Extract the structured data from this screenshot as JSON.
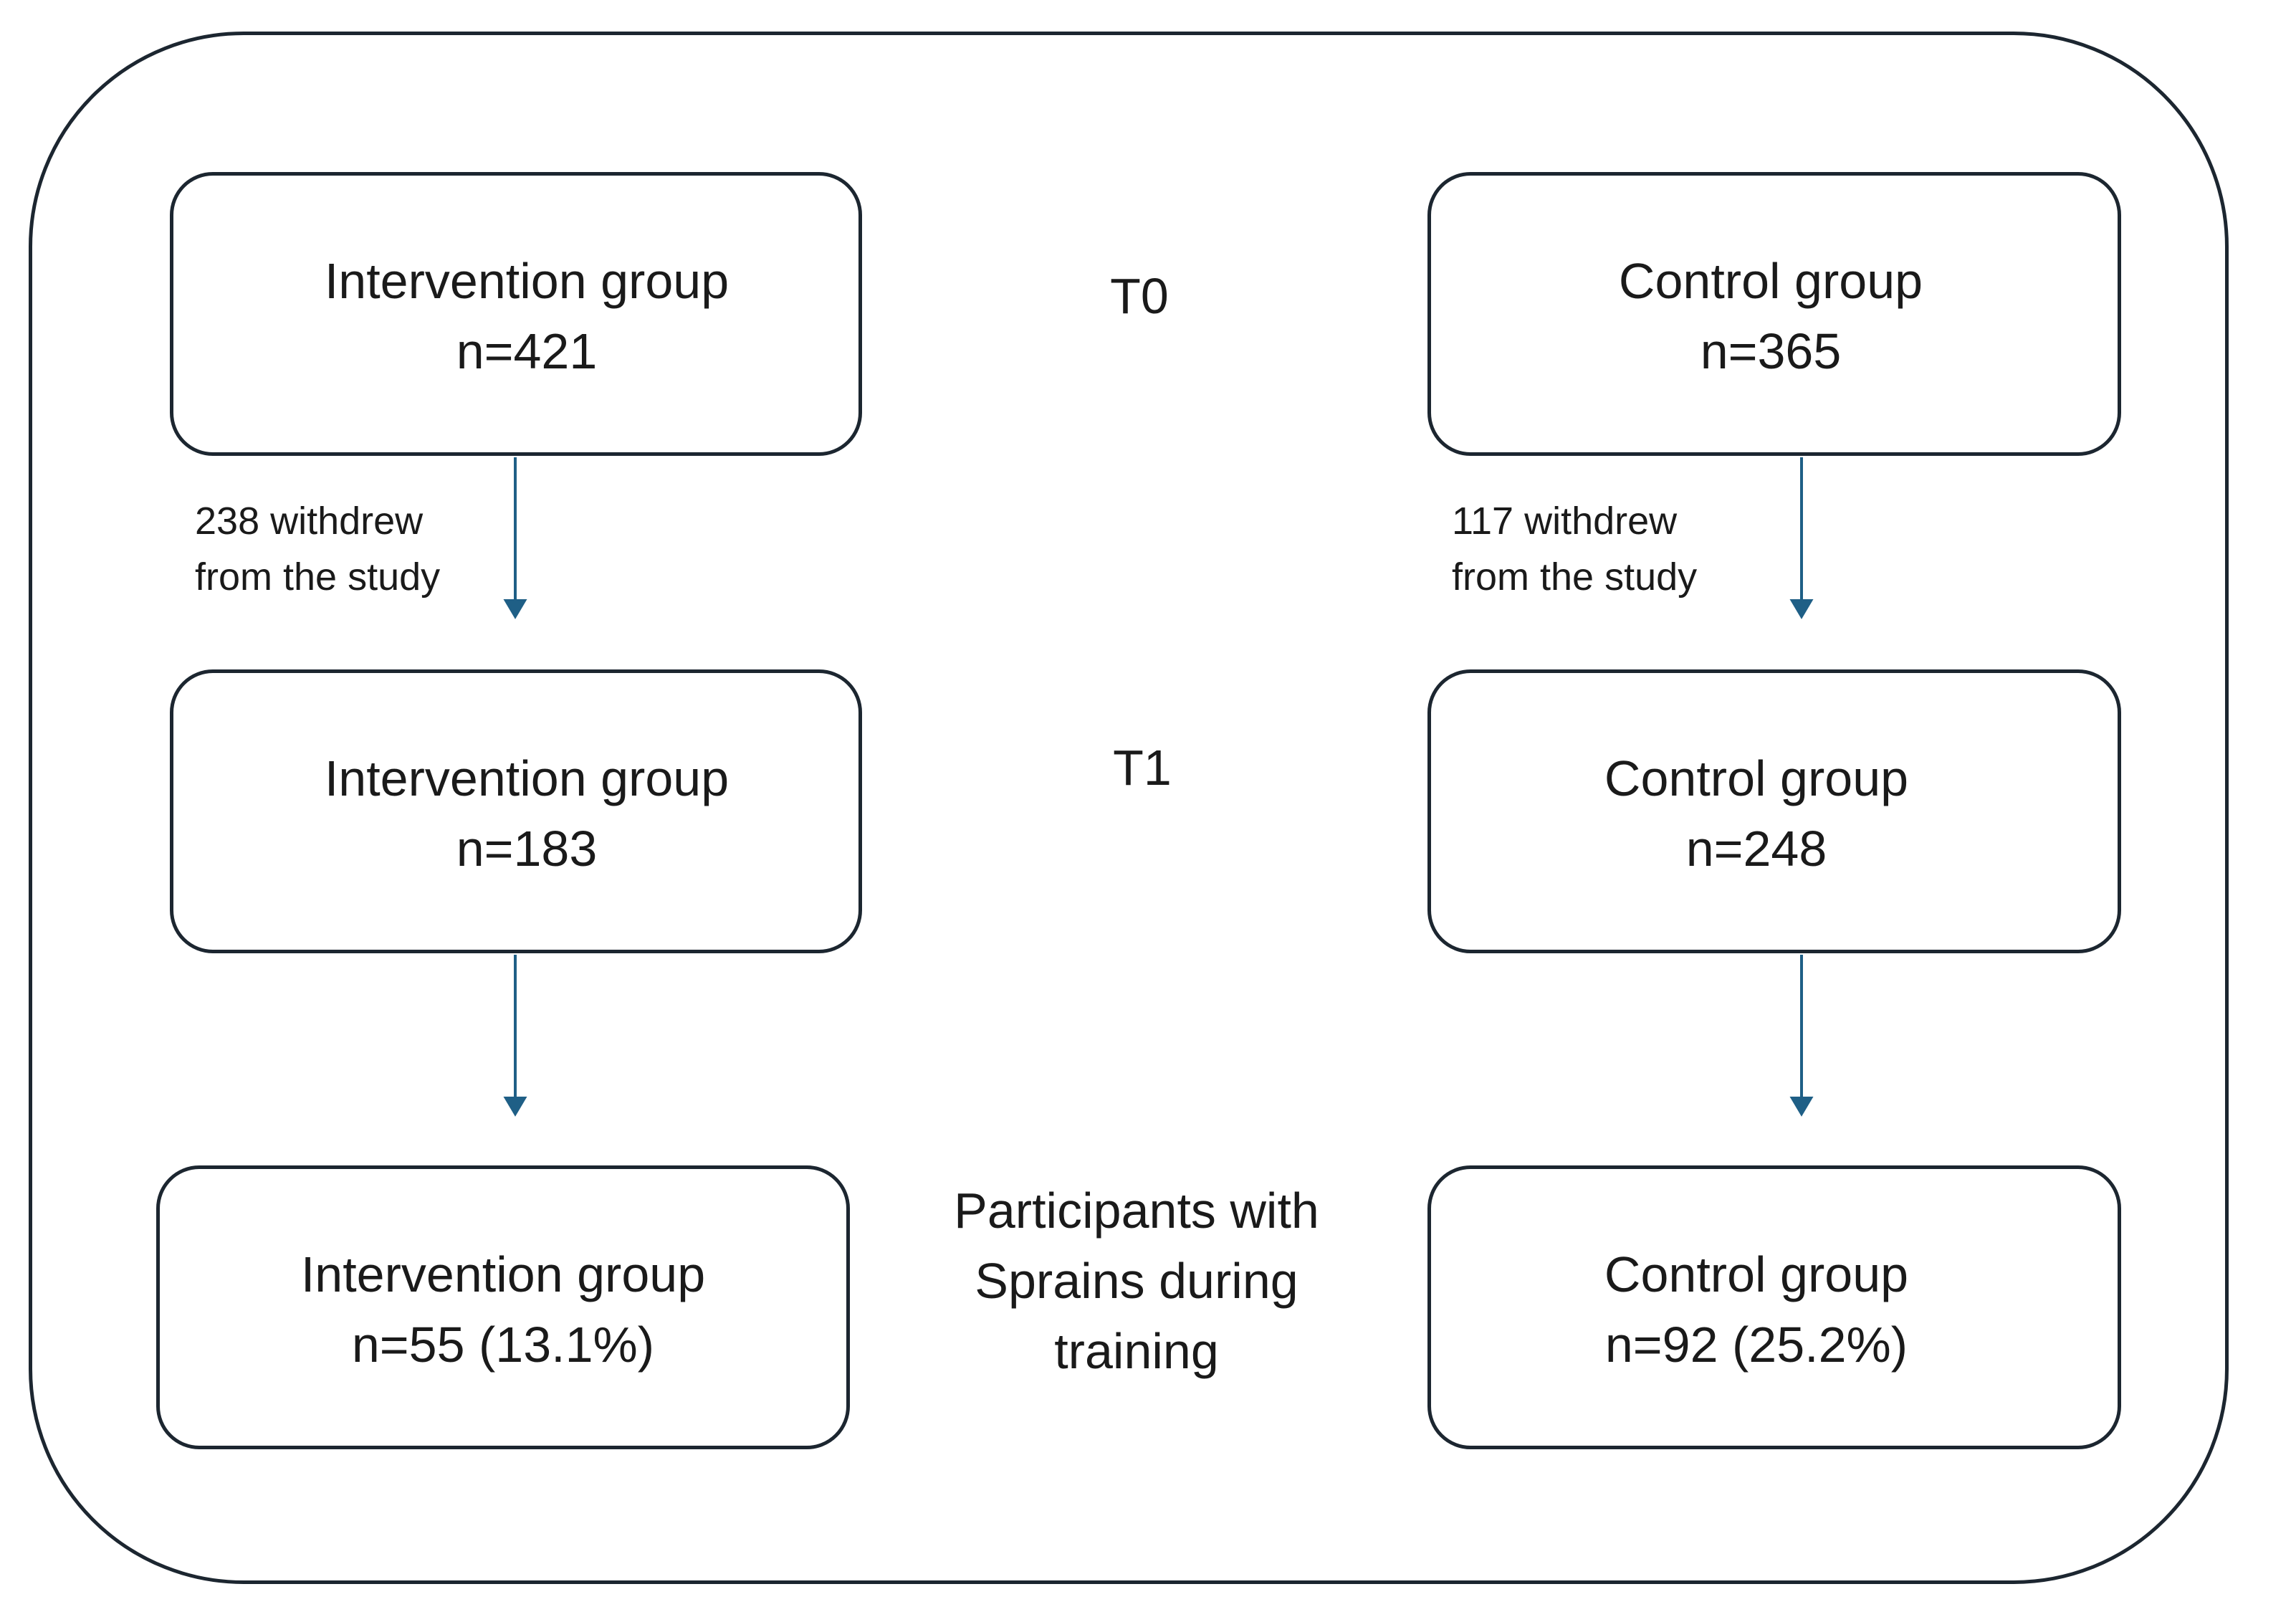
{
  "stages": {
    "t0": "T0",
    "t1": "T1",
    "outcome": [
      "Participants with",
      "Sprains during",
      "training"
    ]
  },
  "intervention": {
    "t0": {
      "title": "Intervention group",
      "count": "n=421"
    },
    "t1": {
      "title": "Intervention group",
      "count": "n=183"
    },
    "outcome": {
      "title": "Intervention group",
      "count": "n=55 (13.1%)"
    },
    "withdrawal": [
      "238 withdrew",
      "from the study"
    ]
  },
  "control": {
    "t0": {
      "title": "Control group",
      "count": "n=365"
    },
    "t1": {
      "title": "Control group",
      "count": "n=248"
    },
    "outcome": {
      "title": "Control group",
      "count": "n=92 (25.2%)"
    },
    "withdrawal": [
      "117 withdrew",
      "from the study"
    ]
  },
  "colors": {
    "border": "#1c2630",
    "arrow": "#1f5f86",
    "text": "#1a1a1a"
  }
}
